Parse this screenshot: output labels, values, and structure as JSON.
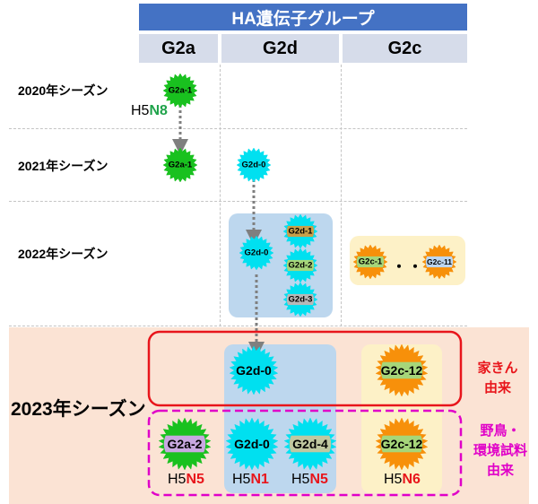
{
  "header": {
    "title": "HA遺伝子グループ",
    "columns": [
      "G2a",
      "G2d",
      "G2c"
    ]
  },
  "seasons": [
    "2020年シーズン",
    "2021年シーズン",
    "2022年シーズン",
    "2023年シーズン"
  ],
  "serotypes": [
    {
      "prefix": "H5",
      "suffix": "N8",
      "color": "#1fa34a"
    },
    {
      "prefix": "H5",
      "suffix": "N5",
      "color": "#e8151b"
    },
    {
      "prefix": "H5",
      "suffix": "N1",
      "color": "#e8151b"
    },
    {
      "prefix": "H5",
      "suffix": "N5",
      "color": "#e8151b"
    },
    {
      "prefix": "H5",
      "suffix": "N6",
      "color": "#e8151b"
    }
  ],
  "side_labels": {
    "poultry": [
      "家きん",
      "由来"
    ],
    "wild": [
      "野鳥・",
      "環境試料",
      "由来"
    ]
  },
  "ellipsis": "・・・",
  "nodes": [
    {
      "label": "G2a-1",
      "fill": "#19c11f",
      "band": "#19c11f",
      "labelColor": "#000000"
    },
    {
      "label": "G2a-1",
      "fill": "#19c11f",
      "band": "#19c11f",
      "labelColor": "#000000"
    },
    {
      "label": "G2d-0",
      "fill": "#00e0f0",
      "band": "#00e0f0",
      "labelColor": "#000000"
    },
    {
      "label": "G2d-0",
      "fill": "#00e0f0",
      "band": "#00e0f0",
      "labelColor": "#000000"
    },
    {
      "label": "G2d-1",
      "fill": "#00e0f0",
      "band": "#c8a04a",
      "labelColor": "#000000"
    },
    {
      "label": "G2d-2",
      "fill": "#00e0f0",
      "band": "#a6d67a",
      "labelColor": "#000000"
    },
    {
      "label": "G2d-3",
      "fill": "#00e0f0",
      "band": "#b8b8b8",
      "labelColor": "#000000"
    },
    {
      "label": "G2c-1",
      "fill": "#f7900a",
      "band": "#a6d67a",
      "labelColor": "#000000"
    },
    {
      "label": "G2c-11",
      "fill": "#f7900a",
      "band": "#bcd6f0",
      "labelColor": "#000000"
    },
    {
      "label": "G2d-0",
      "fill": "#00e0f0",
      "band": "#00e0f0",
      "labelColor": "#000000"
    },
    {
      "label": "G2c-12",
      "fill": "#f7900a",
      "band": "#a6d67a",
      "labelColor": "#000000"
    },
    {
      "label": "G2a-2",
      "fill": "#19c11f",
      "band": "#c8a8e0",
      "labelColor": "#000000"
    },
    {
      "label": "G2d-0",
      "fill": "#00e0f0",
      "band": "#00e0f0",
      "labelColor": "#000000"
    },
    {
      "label": "G2d-4",
      "fill": "#00e0f0",
      "band": "#c0c8a0",
      "labelColor": "#000000"
    },
    {
      "label": "G2c-12",
      "fill": "#f7900a",
      "band": "#a6d67a",
      "labelColor": "#000000"
    }
  ]
}
